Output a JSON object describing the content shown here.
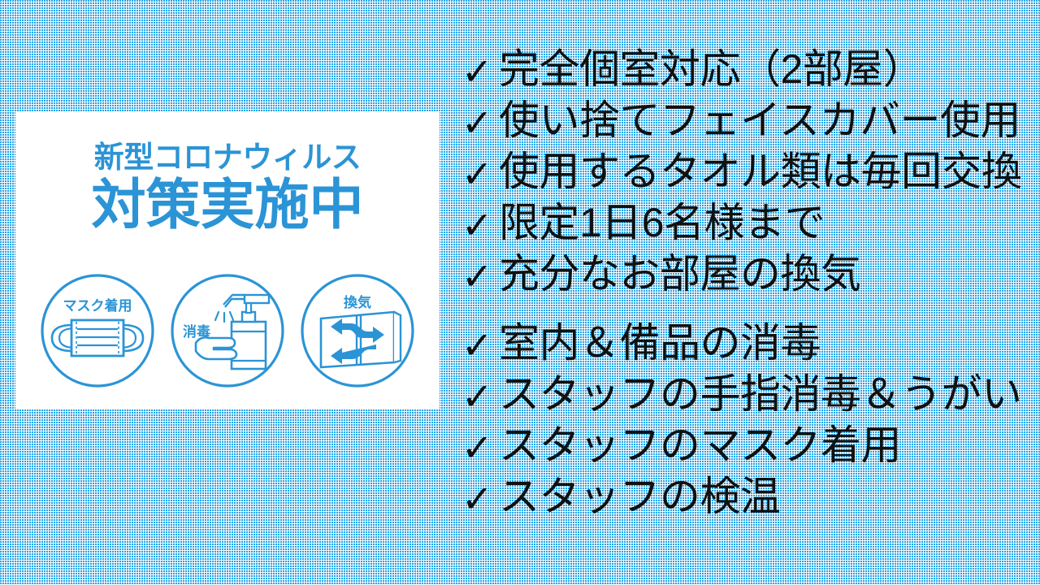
{
  "slide": {
    "background_color": "#ffffff",
    "background_dot_color": "#22a3e8",
    "accent_color": "#2b94d6",
    "text_color": "#111111"
  },
  "poster": {
    "background_color": "#ffffff",
    "subtitle": "新型コロナウィルス",
    "title": "対策実施中",
    "icons": [
      {
        "name": "mask-icon",
        "label": "マスク着用"
      },
      {
        "name": "sanitizer-icon",
        "label": "消毒"
      },
      {
        "name": "ventilation-icon",
        "label": "換気"
      }
    ]
  },
  "checklist": {
    "check_symbol": "✓",
    "groups": [
      {
        "items": [
          "完全個室対応（2部屋）",
          "使い捨てフェイスカバー使用",
          "使用するタオル類は毎回交換",
          "限定1日6名様まで",
          "充分なお部屋の換気"
        ]
      },
      {
        "items": [
          "室内＆備品の消毒",
          "スタッフの手指消毒＆うがい",
          "スタッフのマスク着用",
          "スタッフの検温"
        ]
      }
    ]
  }
}
